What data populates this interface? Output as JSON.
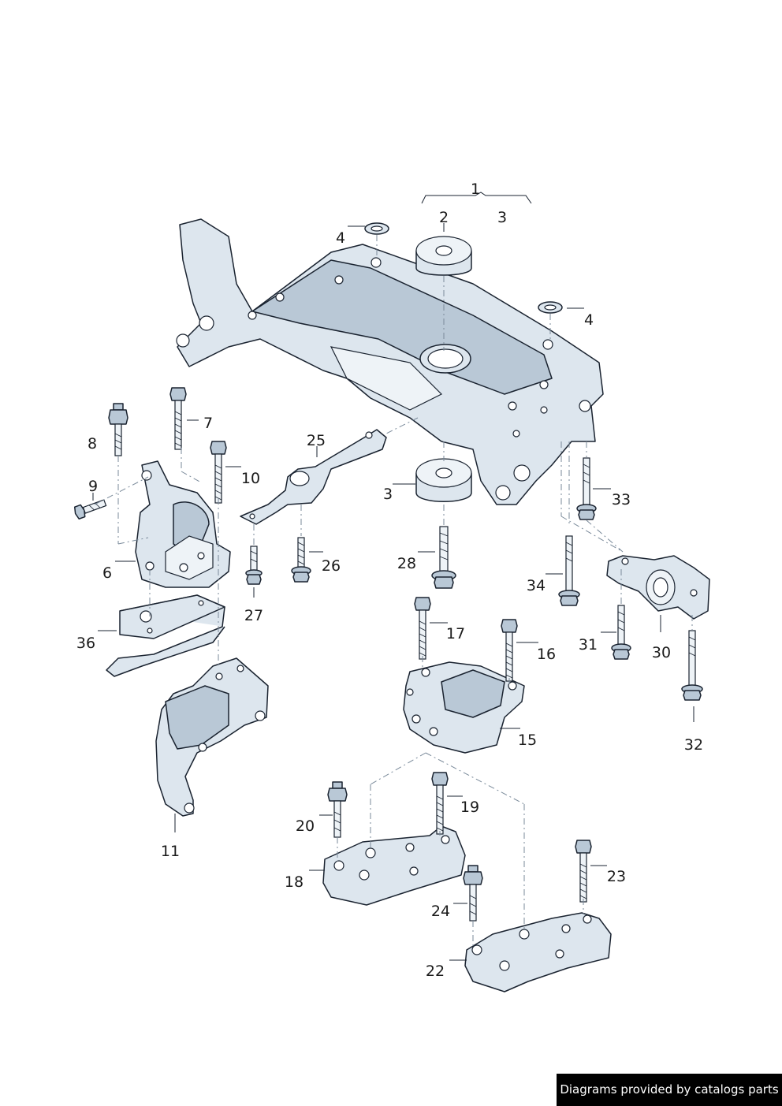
{
  "callouts": {
    "c1": "1",
    "c2": "2",
    "c3a": "3",
    "c3b": "3",
    "c4a": "4",
    "c4b": "4",
    "c6": "6",
    "c7": "7",
    "c8": "8",
    "c9": "9",
    "c10": "10",
    "c11": "11",
    "c15": "15",
    "c16": "16",
    "c17": "17",
    "c18": "18",
    "c19": "19",
    "c20": "20",
    "c22": "22",
    "c23": "23",
    "c24": "24",
    "c25": "25",
    "c26": "26",
    "c27": "27",
    "c28": "28",
    "c30": "30",
    "c31": "31",
    "c32": "32",
    "c33": "33",
    "c34": "34",
    "c36": "36"
  },
  "attribution": "Diagrams provided by catalogs parts",
  "colors": {
    "part_fill": "#dde6ee",
    "outline": "#1a2330",
    "badge_bg": "#000000"
  }
}
